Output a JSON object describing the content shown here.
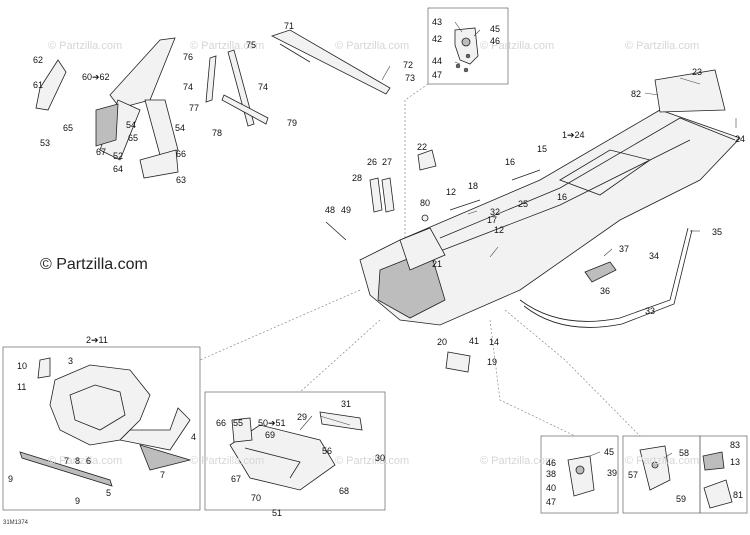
{
  "brand": "© Partzilla.com",
  "watermark": "© Partzilla.com",
  "drawing_code": "31M1374",
  "labels": [
    {
      "id": "l43",
      "text": "43"
    },
    {
      "id": "l45a",
      "text": "45"
    },
    {
      "id": "l42",
      "text": "42"
    },
    {
      "id": "l46a",
      "text": "46"
    },
    {
      "id": "l44",
      "text": "44"
    },
    {
      "id": "l47a",
      "text": "47"
    },
    {
      "id": "l71",
      "text": "71"
    },
    {
      "id": "l72",
      "text": "72"
    },
    {
      "id": "l73",
      "text": "73"
    },
    {
      "id": "l75",
      "text": "75"
    },
    {
      "id": "l76",
      "text": "76"
    },
    {
      "id": "l74a",
      "text": "74"
    },
    {
      "id": "l74b",
      "text": "74"
    },
    {
      "id": "l77",
      "text": "77"
    },
    {
      "id": "l78",
      "text": "78"
    },
    {
      "id": "l79",
      "text": "79"
    },
    {
      "id": "l62",
      "text": "62"
    },
    {
      "id": "l60",
      "text": "60➔62"
    },
    {
      "id": "l61",
      "text": "61"
    },
    {
      "id": "l65a",
      "text": "65"
    },
    {
      "id": "l54a",
      "text": "54"
    },
    {
      "id": "l54b",
      "text": "54"
    },
    {
      "id": "l53",
      "text": "53"
    },
    {
      "id": "l65b",
      "text": "65"
    },
    {
      "id": "l67a",
      "text": "67"
    },
    {
      "id": "l52",
      "text": "52"
    },
    {
      "id": "l66a",
      "text": "66"
    },
    {
      "id": "l64",
      "text": "64"
    },
    {
      "id": "l63",
      "text": "63"
    },
    {
      "id": "l23",
      "text": "23"
    },
    {
      "id": "l82",
      "text": "82"
    },
    {
      "id": "l24a",
      "text": "24"
    },
    {
      "id": "l124",
      "text": "1➔24"
    },
    {
      "id": "l22",
      "text": "22"
    },
    {
      "id": "l26",
      "text": "26"
    },
    {
      "id": "l27",
      "text": "27"
    },
    {
      "id": "l28",
      "text": "28"
    },
    {
      "id": "l15",
      "text": "15"
    },
    {
      "id": "l16a",
      "text": "16"
    },
    {
      "id": "l18",
      "text": "18"
    },
    {
      "id": "l12a",
      "text": "12"
    },
    {
      "id": "l80",
      "text": "80"
    },
    {
      "id": "l32",
      "text": "32"
    },
    {
      "id": "l25",
      "text": "25"
    },
    {
      "id": "l16b",
      "text": "16"
    },
    {
      "id": "l48",
      "text": "48"
    },
    {
      "id": "l49",
      "text": "49"
    },
    {
      "id": "l17",
      "text": "17"
    },
    {
      "id": "l12b",
      "text": "12"
    },
    {
      "id": "l35",
      "text": "35"
    },
    {
      "id": "l34",
      "text": "34"
    },
    {
      "id": "l37",
      "text": "37"
    },
    {
      "id": "l36",
      "text": "36"
    },
    {
      "id": "l21",
      "text": "21"
    },
    {
      "id": "l33",
      "text": "33"
    },
    {
      "id": "l20",
      "text": "20"
    },
    {
      "id": "l41",
      "text": "41"
    },
    {
      "id": "l14",
      "text": "14"
    },
    {
      "id": "l19",
      "text": "19"
    },
    {
      "id": "l211",
      "text": "2➔11"
    },
    {
      "id": "l10",
      "text": "10"
    },
    {
      "id": "l3",
      "text": "3"
    },
    {
      "id": "l11",
      "text": "11"
    },
    {
      "id": "l4",
      "text": "4"
    },
    {
      "id": "l7a",
      "text": "7"
    },
    {
      "id": "l8",
      "text": "8"
    },
    {
      "id": "l6",
      "text": "6"
    },
    {
      "id": "l7b",
      "text": "7"
    },
    {
      "id": "l9a",
      "text": "9"
    },
    {
      "id": "l5",
      "text": "5"
    },
    {
      "id": "l9b",
      "text": "9"
    },
    {
      "id": "l66b",
      "text": "66"
    },
    {
      "id": "l55",
      "text": "55"
    },
    {
      "id": "l5051",
      "text": "50➔51"
    },
    {
      "id": "l31",
      "text": "31"
    },
    {
      "id": "l29",
      "text": "29"
    },
    {
      "id": "l69",
      "text": "69"
    },
    {
      "id": "l56",
      "text": "56"
    },
    {
      "id": "l30",
      "text": "30"
    },
    {
      "id": "l67b",
      "text": "67"
    },
    {
      "id": "l70",
      "text": "70"
    },
    {
      "id": "l68",
      "text": "68"
    },
    {
      "id": "l51",
      "text": "51"
    },
    {
      "id": "l46b",
      "text": "46"
    },
    {
      "id": "l45b",
      "text": "45"
    },
    {
      "id": "l38",
      "text": "38"
    },
    {
      "id": "l39",
      "text": "39"
    },
    {
      "id": "l40",
      "text": "40"
    },
    {
      "id": "l47b",
      "text": "47"
    },
    {
      "id": "l58",
      "text": "58"
    },
    {
      "id": "l57",
      "text": "57"
    },
    {
      "id": "l59",
      "text": "59"
    },
    {
      "id": "l83",
      "text": "83"
    },
    {
      "id": "l13",
      "text": "13"
    },
    {
      "id": "l81",
      "text": "81"
    }
  ]
}
